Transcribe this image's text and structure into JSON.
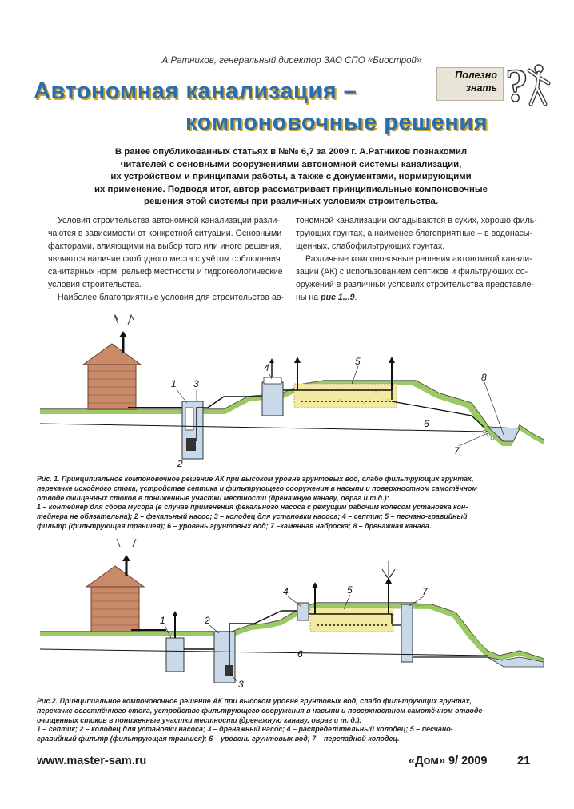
{
  "author": "А.Ратников, генеральный директор ЗАО СПО «Биострой»",
  "badge": {
    "line1": "Полезно",
    "line2": "знать"
  },
  "title": {
    "line1": "Автономная канализация –",
    "line2": "компоновочные решения"
  },
  "lead": [
    "В ранее опубликованных статьях в №№ 6,7 за 2009 г. А.Ратников познакомил",
    "читателей с основными сооружениями автономной системы канализации,",
    "их устройством и принципами работы, а также с документами, нормирующими",
    "их применение. Подводя итог, автор рассматривает принципиальные компоновочные",
    "решения этой системы при различных условиях строительства."
  ],
  "column1": [
    "Условия строительства автономной канализации разли-",
    "чаются в зависимости от конкретной ситуации. Основными",
    "факторами, влияющими на выбор того или иного решения,",
    "являются наличие свободного места с учётом соблюдения",
    "санитарных норм, рельеф местности и гидрогеологические",
    "условия строительства.",
    "Наиболее благоприятные условия для строительства ав-"
  ],
  "column2": [
    "тономной канализации складываются в сухих, хорошо филь-",
    "трующих грунтах, а наименее благоприятные – в водонасы-",
    "щенных, слабофильтрующих грунтах.",
    "Различные компоновочные решения автономной канали-",
    "зации (АК) с использованием септиков и фильтрующих со-",
    "оружений в различных условиях строительства представле-",
    "ны на "
  ],
  "column2_ref": "рис 1...9",
  "column2_end": ".",
  "figure1_labels": [
    "1",
    "2",
    "3",
    "4",
    "5",
    "6",
    "7",
    "8"
  ],
  "figure2_labels": [
    "1",
    "2",
    "3",
    "4",
    "5",
    "6",
    "7"
  ],
  "caption1": {
    "bold": [
      "Рис. 1. Принципиальное компоновочное решение АК при высоком уровне грунтовых вод, слабо фильтрующих грунтах,",
      "перекачке исходного стока, устройстве септика и фильтрующего сооружения в насыпи и поверхностном самотёчном",
      "отводе очищенных стоков в пониженные участки местности (дренажную канаву, овраг и т.д.):"
    ],
    "legend": [
      "1 – контейнер для сбора мусора (в случае применения фекального насоса с режущим рабочим колесом установка кон-",
      "тейнера не обязательна); 2 – фекальный насос; 3 – колодец для установки насоса; 4 – септик; 5 – песчано-гравийный",
      "фильтр (фильтрующая траншея); 6 – уровень грунтовых вод; 7 –каменная наброска; 8 – дренажная канава."
    ]
  },
  "caption2": {
    "bold": [
      "Рис.2. Принципиальное компоновочное решение АК при высоком уровне грунтовых вод, слабо фильтрующих грунтах,",
      "перекачке осветлённого стока, устройстве фильтрующего сооружения в насыпи и поверхностном самотёчном отводе",
      "очищенных стоков в пониженные участки местности (дренажную канаву, овраг и т. д.):"
    ],
    "legend": [
      "1 – септик; 2 – колодец для установки насоса; 3 – дренажный насос; 4 – распределительный колодец; 5 – песчано-",
      "гравийный фильтр (фильтрующая траншея); 6 – уровень грунтовых вод; 7 – перепадной колодец."
    ]
  },
  "footer": {
    "site": "www.master-sam.ru",
    "issue": "«Дом» 9/ 2009",
    "page": "21"
  },
  "colors": {
    "title": "#2a6db0",
    "title_shadow": "#c9a630",
    "house": "#c98a6a",
    "grass": "#8bbf4a",
    "filter": "#f2eaa0",
    "well": "#c9d9ea"
  }
}
